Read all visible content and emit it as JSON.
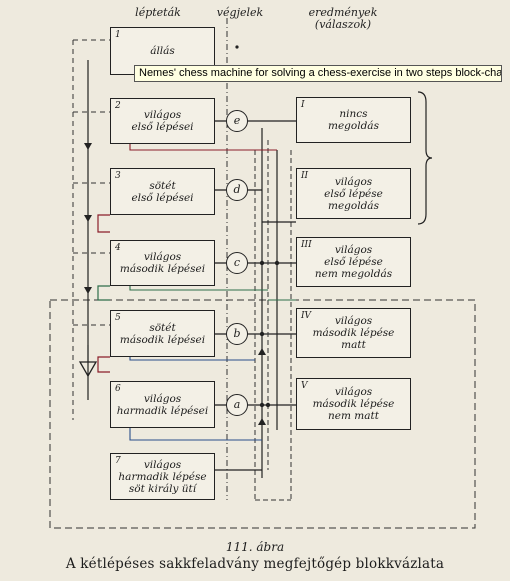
{
  "headers": {
    "steps": "lépteták",
    "final_signals": "végjelek",
    "results_line1": "eredmények",
    "results_line2": "(válaszok)"
  },
  "tooltip": "Nemes' chess machine for solving a chess-exercise in two steps block-chart",
  "steps": [
    {
      "num": "1",
      "text": "állás"
    },
    {
      "num": "2",
      "text": "világos\nelső lépései"
    },
    {
      "num": "3",
      "text": "sötét\nelső lépései"
    },
    {
      "num": "4",
      "text": "világos\nmásodik lépései"
    },
    {
      "num": "5",
      "text": "sötét\nmásodik lépései"
    },
    {
      "num": "6",
      "text": "világos\nharmadik lépései"
    },
    {
      "num": "7",
      "text": "világos\nharmadik lépése\nsöt király ütí"
    }
  ],
  "gates": [
    "e",
    "d",
    "c",
    "b",
    "a"
  ],
  "results": [
    {
      "num": "I",
      "text": "nincs\nmegoldás"
    },
    {
      "num": "II",
      "text": "világos\nelső lépése\nmegoldás"
    },
    {
      "num": "III",
      "text": "világos\nelső lépése\nnem megoldás"
    },
    {
      "num": "IV",
      "text": "világos\nmásodik lépése\nmatt"
    },
    {
      "num": "V",
      "text": "világos\nmásodik lépése\nnem matt"
    }
  ],
  "caption": {
    "figure_number": "111. ábra",
    "title": "A kétlépéses sakkfeladvány megfejtőgép blokkvázlata"
  },
  "colors": {
    "line": "#222222",
    "red_line": "#8a1e2a",
    "green_line": "#2f6e4a",
    "blue_line": "#2b4f8a",
    "tooltip_bg": "#ffffe1",
    "paper": "#eeeade"
  }
}
